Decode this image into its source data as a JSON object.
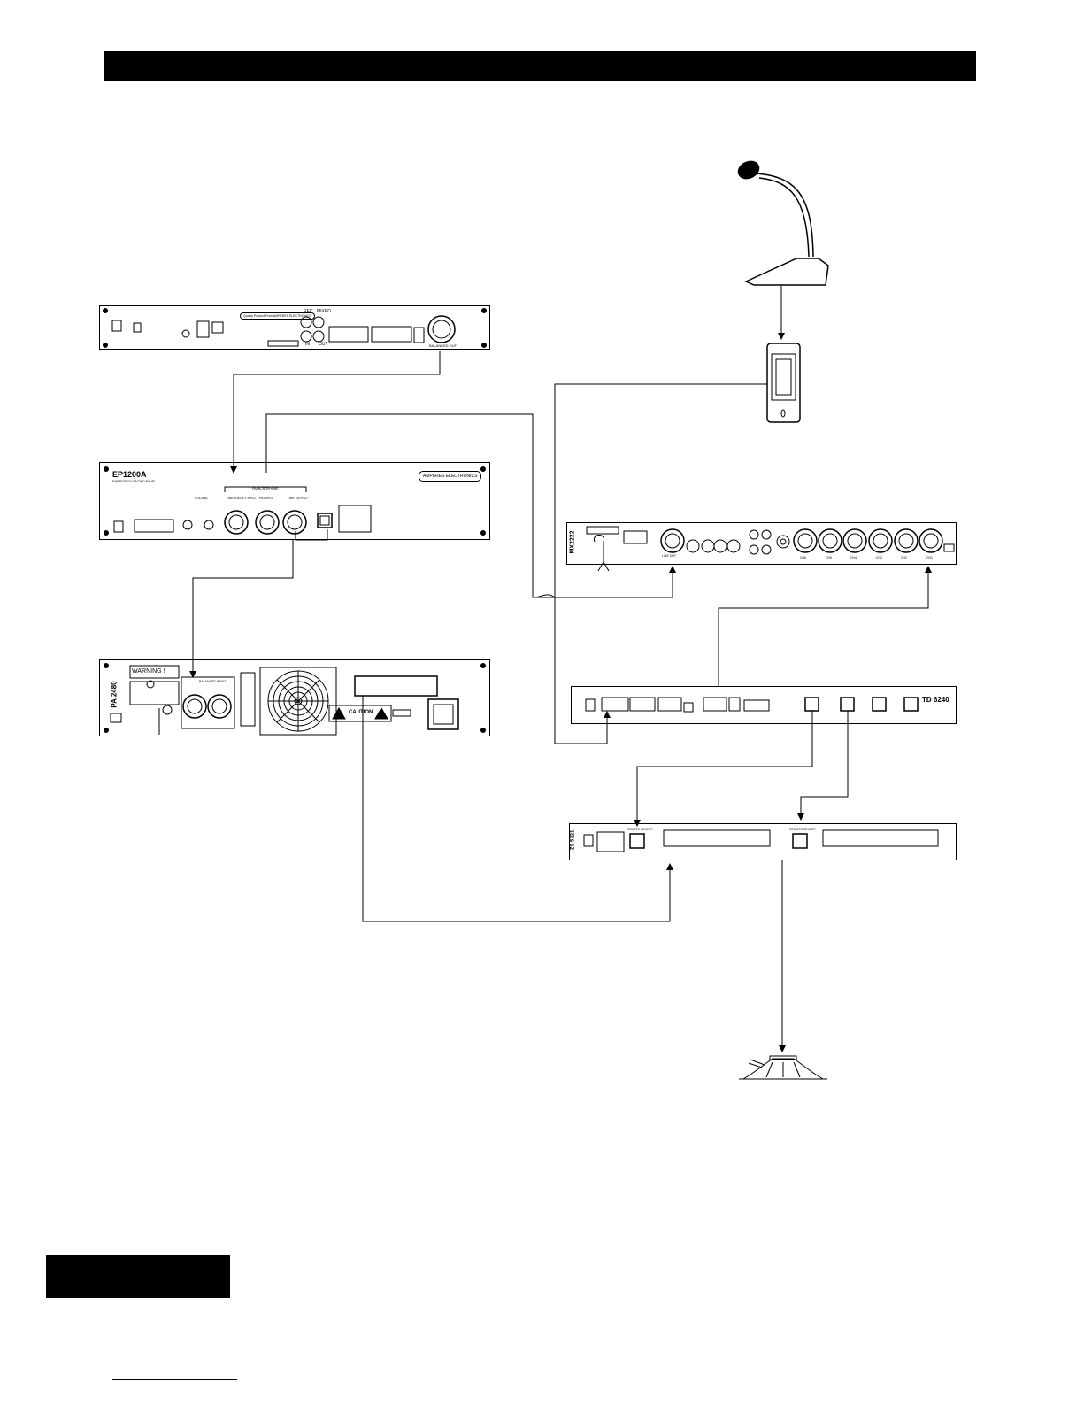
{
  "devices": {
    "message_player": {
      "brand_box": "Quality Product From AMPERES ELECTRONICS",
      "rec_label": "REC",
      "mixed_label": "MIXED",
      "in_label": "IN",
      "out_label": "OUT",
      "balanced_out": "BALANCED OUT"
    },
    "ep1200a": {
      "model": "EP1200A",
      "subtitle": "EMERGENCY PAGING PANEL",
      "brand_box": "AMPERES ELECTRONICS",
      "volume_label": "VOLUME",
      "pa_section_label": "PA/MICROPHONE",
      "xlr_labels": [
        "EMERGENCY INPUT",
        "PA INPUT",
        "LINE OUTPUT"
      ]
    },
    "pa2480": {
      "model": "PA 2480",
      "warning": "WARNING !",
      "caution": "CAUTION",
      "balanced_input": "BALANCED INPUT"
    },
    "mx2222": {
      "model": "MX2222",
      "line_out": "LINE OUT",
      "channels": [
        "CH6",
        "CH5",
        "CH4",
        "CH3",
        "CH2",
        "CH1"
      ]
    },
    "td6240": {
      "model": "TD 6240"
    },
    "zs5121": {
      "model": "ZS 5121",
      "remote_select_a": "REMOTE SELECT",
      "remote_select_b": "REMOTE SELECT"
    }
  }
}
